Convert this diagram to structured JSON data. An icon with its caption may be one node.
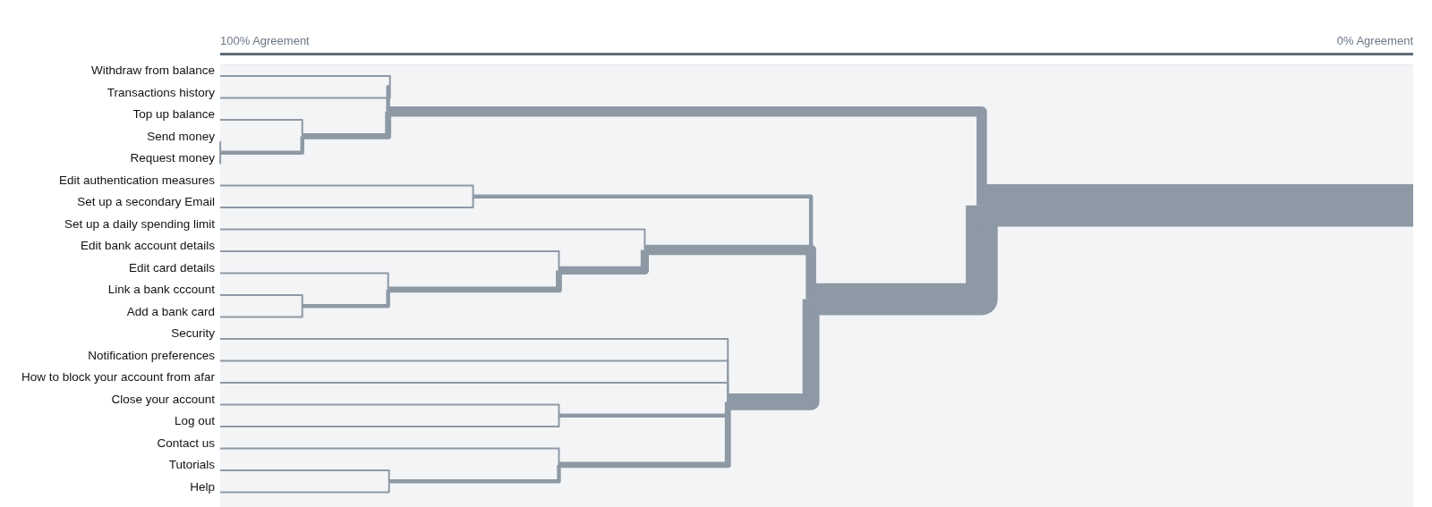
{
  "diagram": {
    "labels": [
      "100% Agreement",
      "0% Agreement",
      "Withdraw from balance",
      "Transactions history",
      "Top up balance",
      "Send money",
      "Request money",
      "Edit authentication measures",
      "Set up a secondary Email",
      "Set up a daily spending limit",
      "Edit bank account details",
      "Edit card details",
      "Link a bank cccount",
      "Add a bank card",
      "Security",
      "Notification preferences",
      "How to block your account from afar",
      "Close your account",
      "Log out",
      "Contact us",
      "Tutorials",
      "Help"
    ]
  }
}
